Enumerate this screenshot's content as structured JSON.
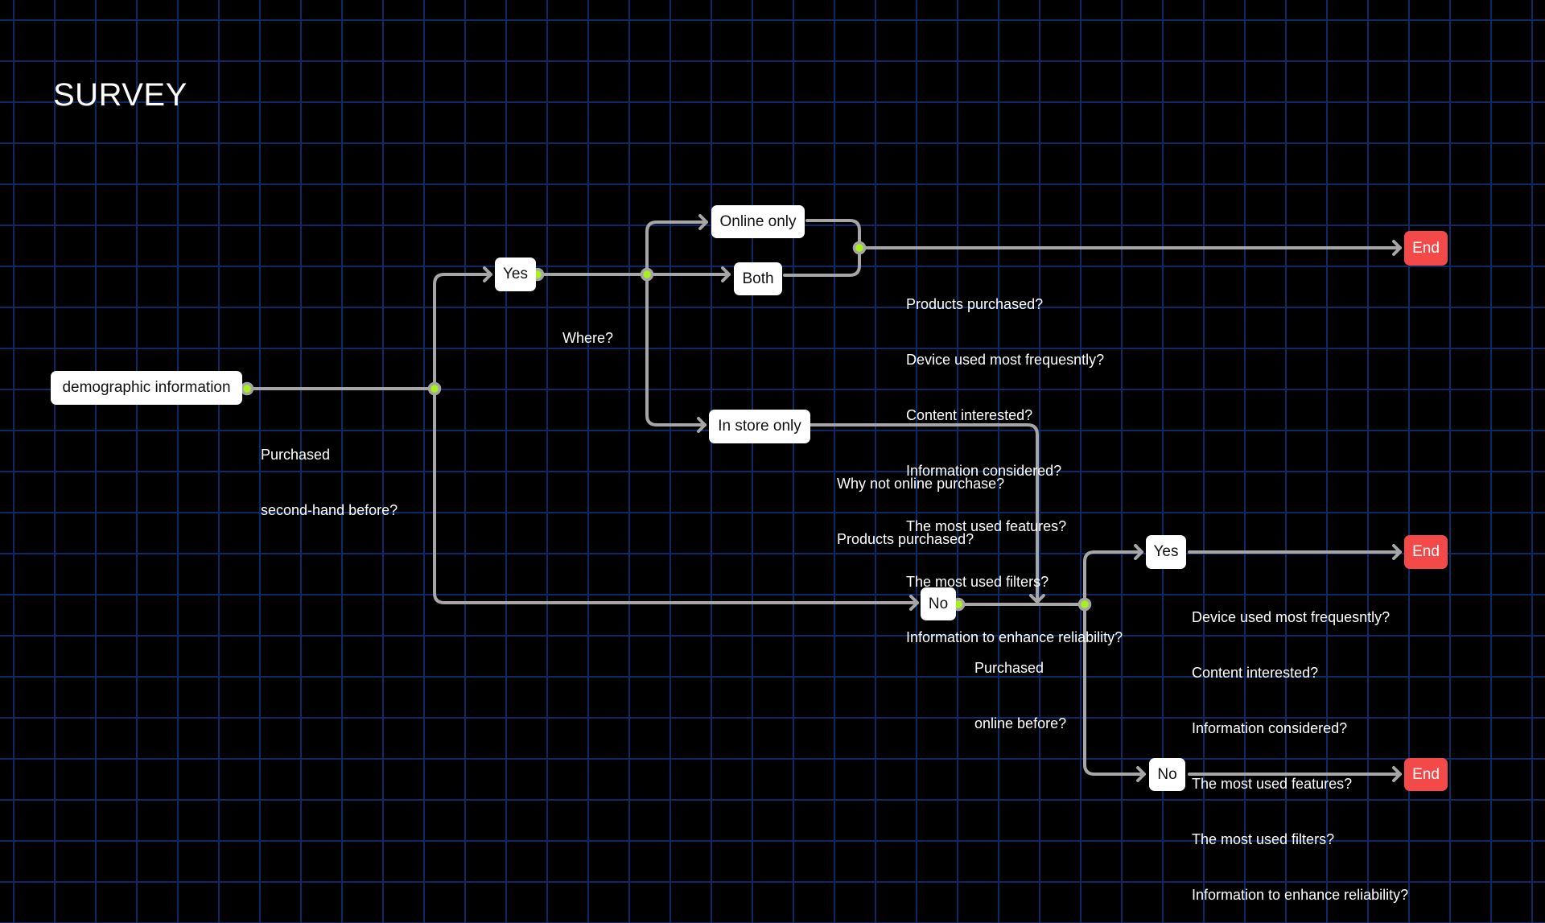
{
  "title": "SURVEY",
  "colors": {
    "background": "#000000",
    "grid": "#0c2a66",
    "node": "#ffffff",
    "end_node": "#f44949",
    "connector": "#a6a6a6",
    "junction_dot": "#a6f21a"
  },
  "nodes": {
    "demographic": "demographic information",
    "yes_1": "Yes",
    "online_only": "Online only",
    "both": "Both",
    "in_store_only": "In store only",
    "no_1": "No",
    "yes_2": "Yes",
    "no_2": "No",
    "end_1": "End",
    "end_2": "End",
    "end_3": "End"
  },
  "questions": {
    "purchased_second_hand": [
      "Purchased",
      "second-hand before?"
    ],
    "where": [
      "Where?"
    ],
    "online_questions": [
      "Products purchased?",
      "Device used most frequesntly?",
      "Content interested?",
      "Information considered?",
      "The most used features?",
      "The most used filters?",
      "Information to enhance reliability?"
    ],
    "in_store_questions": [
      "Why not online purchase?",
      "Products purchased?"
    ],
    "purchased_online": [
      "Purchased",
      "online before?"
    ],
    "yes_online_questions": [
      "Device used most frequesntly?",
      "Content interested?",
      "Information considered?",
      "The most used features?",
      "The most used filters?",
      "Information to enhance reliability?"
    ]
  }
}
